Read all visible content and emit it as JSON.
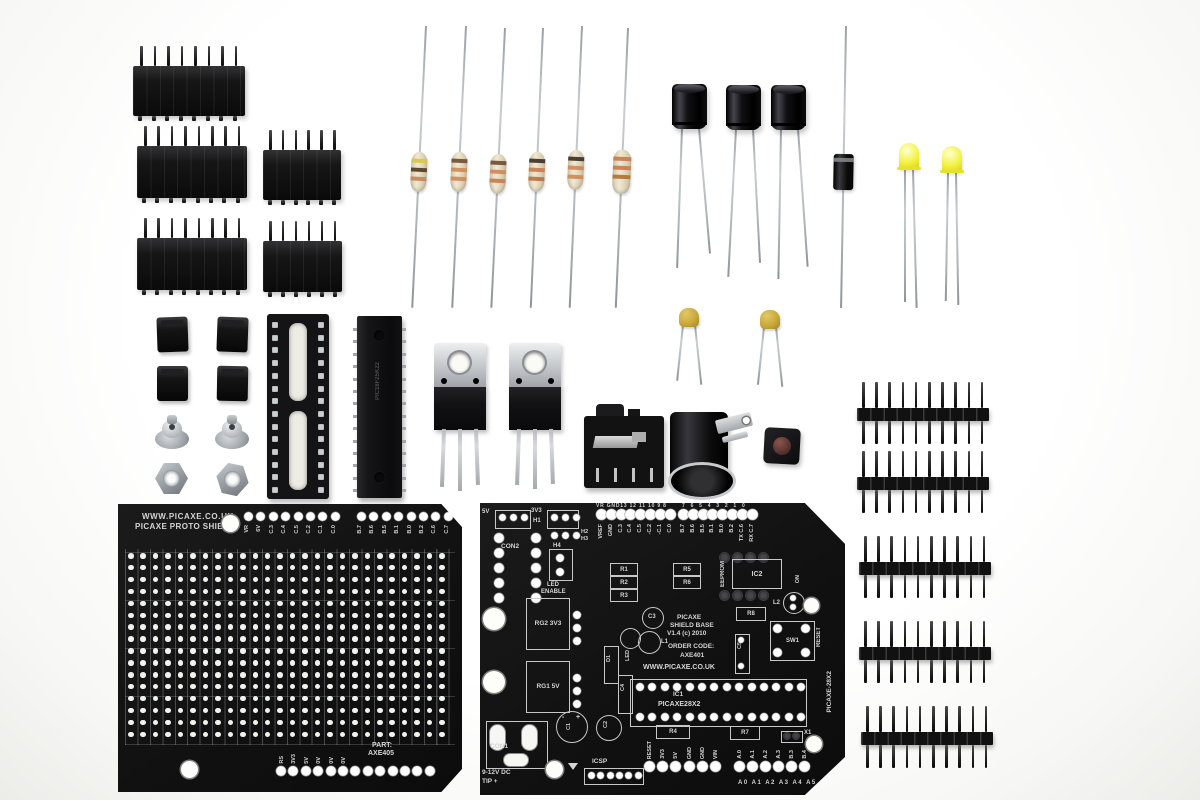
{
  "scene": {
    "description": "PICAXE shield base kit components laid out on a white background"
  },
  "colors": {
    "background": "#f7f7f5",
    "pcb": "#131313",
    "silkscreen": "#d4d4d4",
    "plastic_black": "#141414",
    "metal": "#b9bdc1",
    "lead_silver": "#c2c6ca",
    "led_yellow": "#f2f13e",
    "ceramic_yellow": "#c9a93a",
    "button_cap": "#6b413a",
    "resistor_body": "#ece3cb"
  },
  "components": {
    "female_headers": {
      "label": "female header sockets",
      "items": [
        {
          "pins": 8
        },
        {
          "pins": 8
        },
        {
          "pins": 6
        },
        {
          "pins": 8
        },
        {
          "pins": 6
        }
      ]
    },
    "resistors": {
      "label": "resistors",
      "items": [
        {
          "bands": [
            "#d4c54a",
            "#513826",
            "#c5815a"
          ]
        },
        {
          "bands": [
            "#6b4a33",
            "#cd8757",
            "#cd8757"
          ]
        },
        {
          "bands": [
            "#6b4a33",
            "#cd8757",
            "#c57a4e"
          ]
        },
        {
          "bands": [
            "#3c2c24",
            "#c57a4e",
            "#b96f43"
          ]
        },
        {
          "bands": [
            "#3c2c24",
            "#cd8757",
            "#cd8757"
          ]
        },
        {
          "bands": [
            "#c57a4e",
            "#c57a4e",
            "#b07034"
          ]
        }
      ]
    },
    "electrolytic_capacitors": {
      "label": "electrolytic capacitors",
      "count": 3
    },
    "ceramic_capacitors": {
      "label": "ceramic capacitors",
      "count": 2
    },
    "diode": {
      "label": "diode",
      "count": 1
    },
    "leds": {
      "label": "yellow LEDs",
      "count": 2
    },
    "jumper_caps": {
      "label": "jumper caps",
      "count": 4
    },
    "standoffs": {
      "label": "metal standoffs",
      "count": 2
    },
    "nuts": {
      "label": "hex nuts",
      "count": 2
    },
    "dip_socket": {
      "label": "28-pin DIP socket",
      "pins": 28
    },
    "microcontroller": {
      "label": "28-pin microcontroller",
      "marking": "PIC18F25K22"
    },
    "voltage_regulators": {
      "label": "TO-220 voltage regulators",
      "count": 2
    },
    "audio_jack": {
      "label": "3.5mm stereo socket"
    },
    "dc_jack": {
      "label": "DC power socket"
    },
    "push_button": {
      "label": "tactile reset switch"
    },
    "pin_headers": {
      "label": "pin header strips",
      "count": 5,
      "pins_each": 10
    }
  },
  "left_board": {
    "line1": "WWW.PICAXE.CO.UK",
    "line2": "PICAXE PROTO SHIELD",
    "part_line1": "PART:",
    "part_line2": "AXE405",
    "top_labels_a": [
      "VR",
      "6V",
      "C.3",
      "C.4",
      "C.5",
      "C.2",
      "C.1",
      "C.0"
    ],
    "top_labels_b": [
      "B.7",
      "B.6",
      "B.5",
      "B.1",
      "B.0",
      "B.2",
      "C.6",
      "C.7"
    ],
    "bottom_labels": [
      "RS",
      "3V3",
      "5V",
      "0V",
      "0V",
      "0V"
    ]
  },
  "right_board": {
    "l5v": "5V",
    "l3v3": "3V3",
    "h1": "H1",
    "h2": "H2",
    "h3": "H3",
    "h4": "H4",
    "con2": "CON2",
    "led_enable_1": "LED",
    "led_enable_2": "ENABLE",
    "top_numbers_a": "VR GND13 12 11 10 9 8",
    "top_numbers_b": "7 6 5 4 3 2 1 0",
    "col_labels_a": [
      "VREF",
      "GND",
      "C.3",
      "C.4",
      "C.5",
      "-C.2",
      "-C.1",
      "C.0"
    ],
    "col_labels_b": [
      "B.7",
      "B.6",
      "B.5",
      "B.1",
      "B.0",
      "B.2",
      "TX C.6",
      "RX C.7"
    ],
    "r1": "R1",
    "r2": "R2",
    "r3": "R3",
    "r4": "R4",
    "r5": "R5",
    "r6": "R6",
    "r7": "R7",
    "r8": "R8",
    "eeprom": "EEPROM",
    "ic2": "IC2",
    "l2": "L2",
    "on": "ON",
    "title_1": "PICAXE",
    "title_2": "SHIELD BASE",
    "title_3": "V1.4 (c) 2010",
    "order_1": "ORDER CODE:",
    "order_2": "AXE401",
    "url": "WWW.PICAXE.CO.UK",
    "c5": "C5",
    "sw1": "SW1",
    "reset_sw": "RESET",
    "right_edge": "PICAXE-28X2",
    "rg2": "RG2 3V3",
    "rg1": "RG1 5V",
    "d1": "D1",
    "led": "LED",
    "l1": "L1",
    "c3": "C3",
    "c4": "C4",
    "ic1": "IC1",
    "ic1_name": "PICAXE28X2",
    "x1": "X1",
    "c1": "C1",
    "c2": "C2",
    "minus": "-",
    "plus": "+",
    "con1": "CON1",
    "power_1": "9-12V DC",
    "power_2": "TIP +",
    "icsp": "ICSP",
    "bottom_labels": [
      "RESET",
      "3V3",
      "5V",
      "GND",
      "GND",
      "VIN"
    ],
    "bottom_right_labels": [
      "A.0",
      "A.1",
      "A.2",
      "A.3",
      "B.3",
      "B.4"
    ],
    "edge_labels": "A0 A1 A2 A3 A4 A5"
  }
}
